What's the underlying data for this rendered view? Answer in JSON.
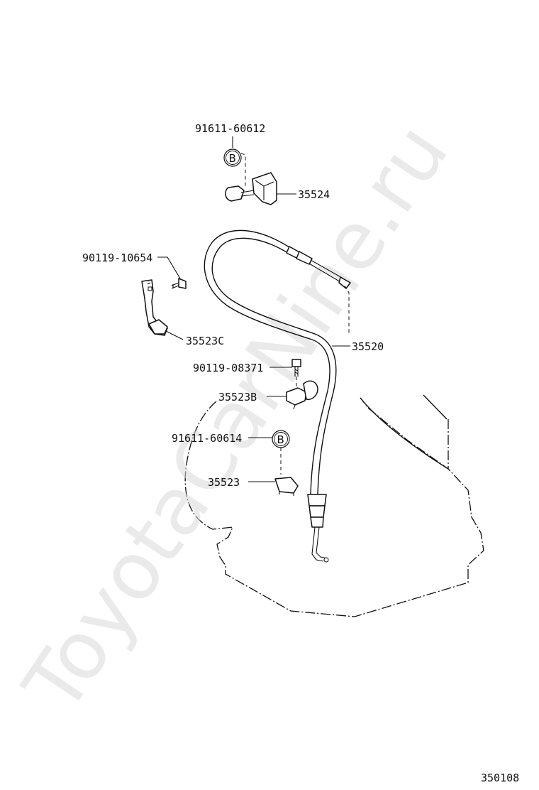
{
  "diagram": {
    "watermark": "ToyotaCarNine.ru",
    "figure_number": "350108",
    "part_labels": {
      "clip_top": "91611-60612",
      "bracket_top": "35524",
      "bolt_left": "90119-10654",
      "bracket_left": "35523C",
      "cable": "35520",
      "bolt_mid": "90119-08371",
      "bracket_mid": "35523B",
      "clip_bottom": "91611-60614",
      "bracket_bottom": "35523"
    },
    "markers": {
      "clip_top": "B",
      "clip_bottom": "B"
    }
  }
}
